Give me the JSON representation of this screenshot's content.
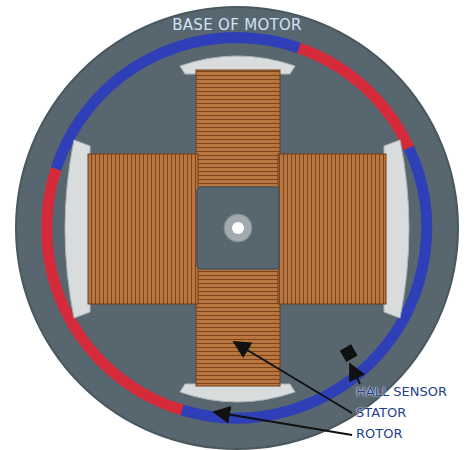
{
  "diagram": {
    "nodes": [
      {
        "text": [
          "BASE OF MOTOR"
        ]
      }
    ],
    "labels": [
      "HALL SENSOR",
      "STATOR",
      "ROTOR"
    ]
  }
}
